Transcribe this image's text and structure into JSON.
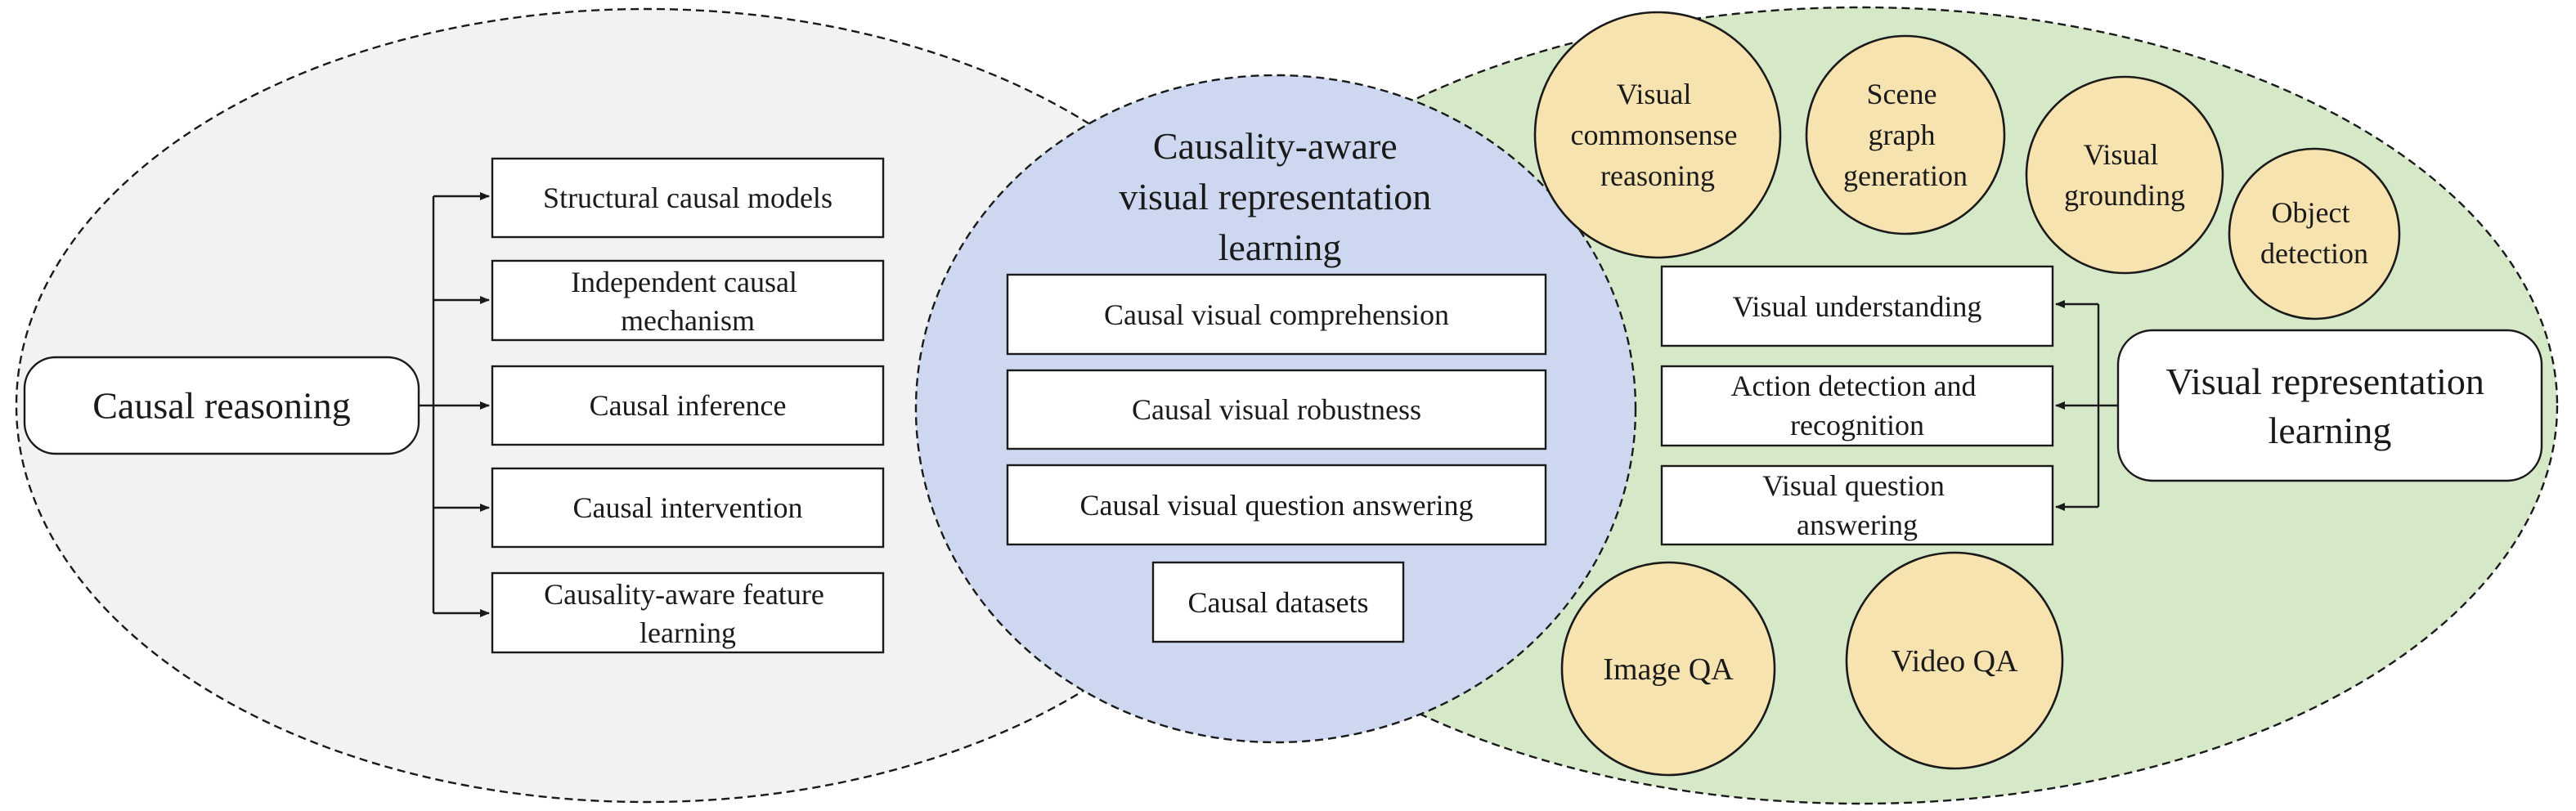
{
  "left_root": {
    "label": "Causal reasoning",
    "children": [
      [
        "Structural causal models"
      ],
      [
        "Independent causal",
        "mechanism"
      ],
      [
        "Causal inference"
      ],
      [
        "Causal intervention"
      ],
      [
        "Causality-aware feature",
        "learning"
      ]
    ]
  },
  "center": {
    "title": [
      "Causality-aware",
      "visual representation",
      "learning"
    ],
    "items": [
      "Causal visual comprehension",
      "Causal visual robustness",
      "Causal visual question answering",
      "Causal datasets"
    ]
  },
  "right_root": {
    "label": [
      "Visual representation",
      "learning"
    ],
    "children": [
      [
        "Visual understanding"
      ],
      [
        "Action detection and",
        "recognition"
      ],
      [
        "Visual question",
        "answering"
      ]
    ]
  },
  "circles": [
    [
      "Visual",
      "commonsense",
      "reasoning"
    ],
    [
      "Scene",
      "graph",
      "generation"
    ],
    [
      "Visual",
      "grounding"
    ],
    [
      "Object",
      "detection"
    ],
    [
      "Image QA"
    ],
    [
      "Video QA"
    ]
  ],
  "colors": {
    "left_ellipse": "#f2f2f2",
    "right_ellipse": "#d5e8c8",
    "center_ellipse": "#cdd8f0",
    "circle_fill": "#f7e3b0"
  }
}
